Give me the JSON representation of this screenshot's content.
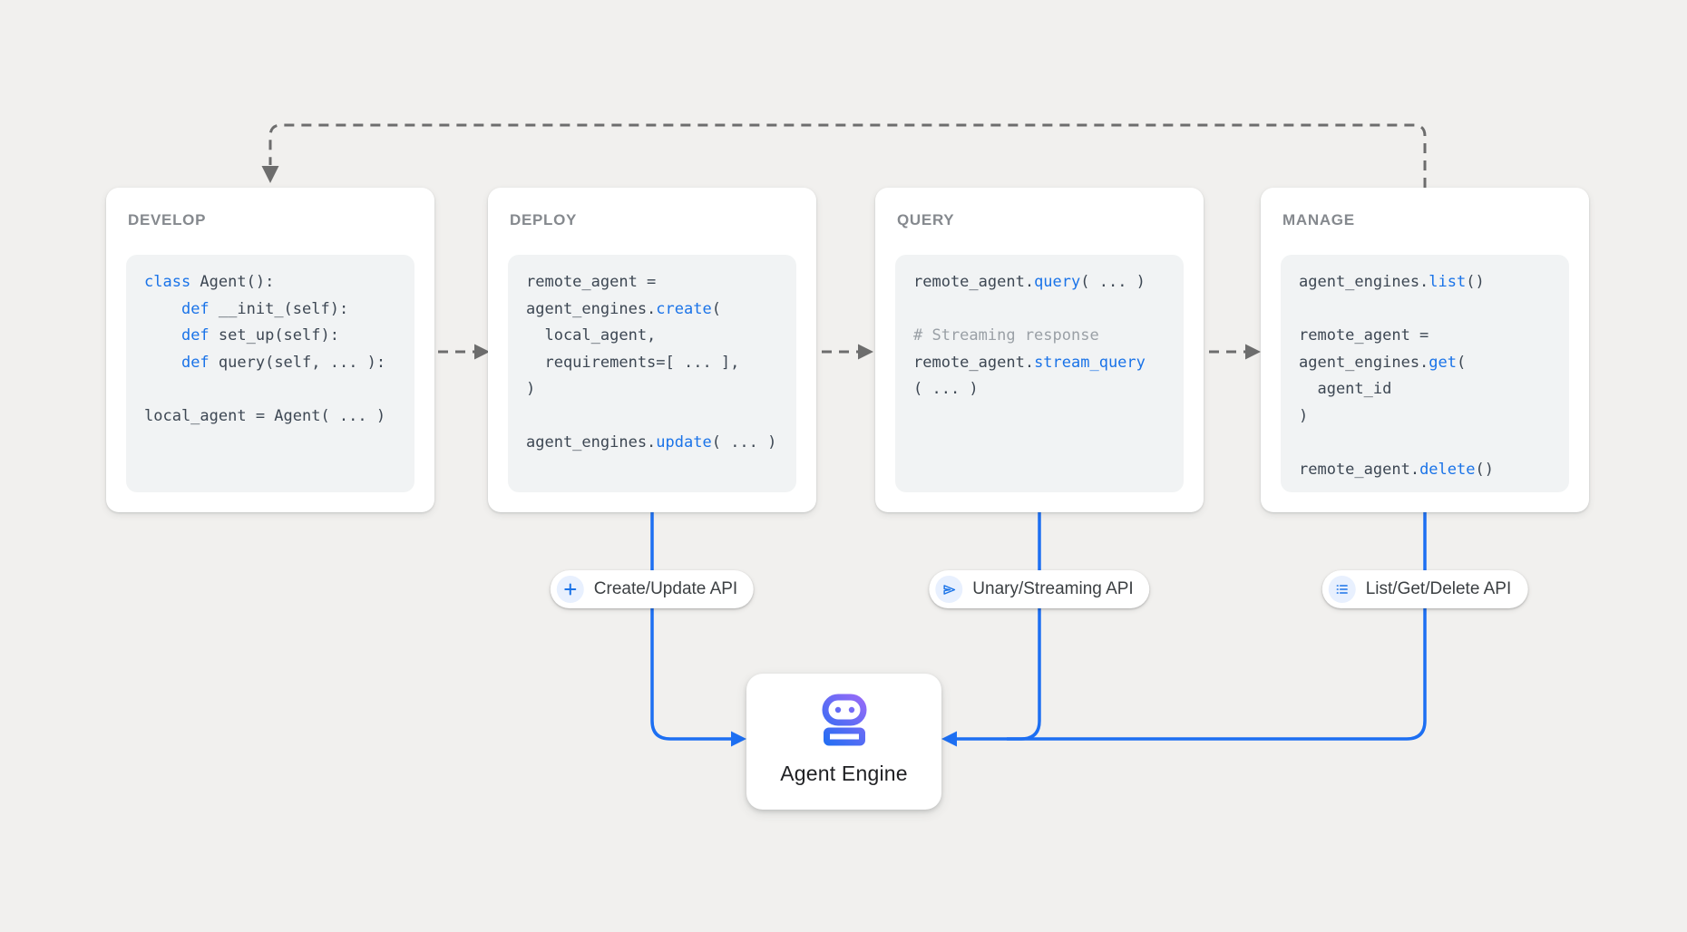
{
  "colors": {
    "background": "#f1f0ee",
    "accent_blue": "#1d6ff2",
    "keyword_blue": "#1a73e8",
    "comment_gray": "#9aa0a6",
    "code_text": "#3d4753",
    "title_gray": "#85898e",
    "connector_gray": "#6d6d6d",
    "badge_icon_bg": "#e8f0fe",
    "robot_gradient_start": "#a06af8",
    "robot_gradient_end": "#1c6ef2"
  },
  "cards": [
    {
      "title": "DEVELOP",
      "code": [
        [
          {
            "t": "class",
            "s": "k"
          },
          {
            "t": " Agent():",
            "s": "p"
          }
        ],
        [
          {
            "t": "    ",
            "s": "p"
          },
          {
            "t": "def",
            "s": "k"
          },
          {
            "t": " __init_(self):",
            "s": "p"
          }
        ],
        [
          {
            "t": "    ",
            "s": "p"
          },
          {
            "t": "def",
            "s": "k"
          },
          {
            "t": " set_up(self):",
            "s": "p"
          }
        ],
        [
          {
            "t": "    ",
            "s": "p"
          },
          {
            "t": "def",
            "s": "k"
          },
          {
            "t": " query(self, ... ):",
            "s": "p"
          }
        ],
        [],
        [
          {
            "t": "local_agent = Agent( ... )",
            "s": "p"
          }
        ]
      ]
    },
    {
      "title": "DEPLOY",
      "code": [
        [
          {
            "t": "remote_agent =",
            "s": "p"
          }
        ],
        [
          {
            "t": "agent_engines.",
            "s": "p"
          },
          {
            "t": "create",
            "s": "k"
          },
          {
            "t": "(",
            "s": "p"
          }
        ],
        [
          {
            "t": "  local_agent,",
            "s": "p"
          }
        ],
        [
          {
            "t": "  requirements=[ ... ],",
            "s": "p"
          }
        ],
        [
          {
            "t": ")",
            "s": "p"
          }
        ],
        [],
        [
          {
            "t": "agent_engines.",
            "s": "p"
          },
          {
            "t": "update",
            "s": "k"
          },
          {
            "t": "( ... )",
            "s": "p"
          }
        ]
      ]
    },
    {
      "title": "QUERY",
      "code": [
        [
          {
            "t": "remote_agent.",
            "s": "p"
          },
          {
            "t": "query",
            "s": "k"
          },
          {
            "t": "( ... )",
            "s": "p"
          }
        ],
        [],
        [
          {
            "t": "# Streaming response",
            "s": "c"
          }
        ],
        [
          {
            "t": "remote_agent.",
            "s": "p"
          },
          {
            "t": "stream_query",
            "s": "k"
          }
        ],
        [
          {
            "t": "( ... )",
            "s": "p"
          }
        ]
      ]
    },
    {
      "title": "MANAGE",
      "code": [
        [
          {
            "t": "agent_engines.",
            "s": "p"
          },
          {
            "t": "list",
            "s": "k"
          },
          {
            "t": "()",
            "s": "p"
          }
        ],
        [],
        [
          {
            "t": "remote_agent =",
            "s": "p"
          }
        ],
        [
          {
            "t": "agent_engines.",
            "s": "p"
          },
          {
            "t": "get",
            "s": "k"
          },
          {
            "t": "(",
            "s": "p"
          }
        ],
        [
          {
            "t": "  agent_id",
            "s": "p"
          }
        ],
        [
          {
            "t": ")",
            "s": "p"
          }
        ],
        [],
        [
          {
            "t": "remote_agent.",
            "s": "p"
          },
          {
            "t": "delete",
            "s": "k"
          },
          {
            "t": "()",
            "s": "p"
          }
        ]
      ]
    }
  ],
  "badges": [
    {
      "label": "Create/Update API",
      "icon": "plus-icon"
    },
    {
      "label": "Unary/Streaming API",
      "icon": "send-icon"
    },
    {
      "label": "List/Get/Delete API",
      "icon": "list-icon"
    }
  ],
  "engine": {
    "label": "Agent Engine",
    "icon": "robot-icon"
  }
}
